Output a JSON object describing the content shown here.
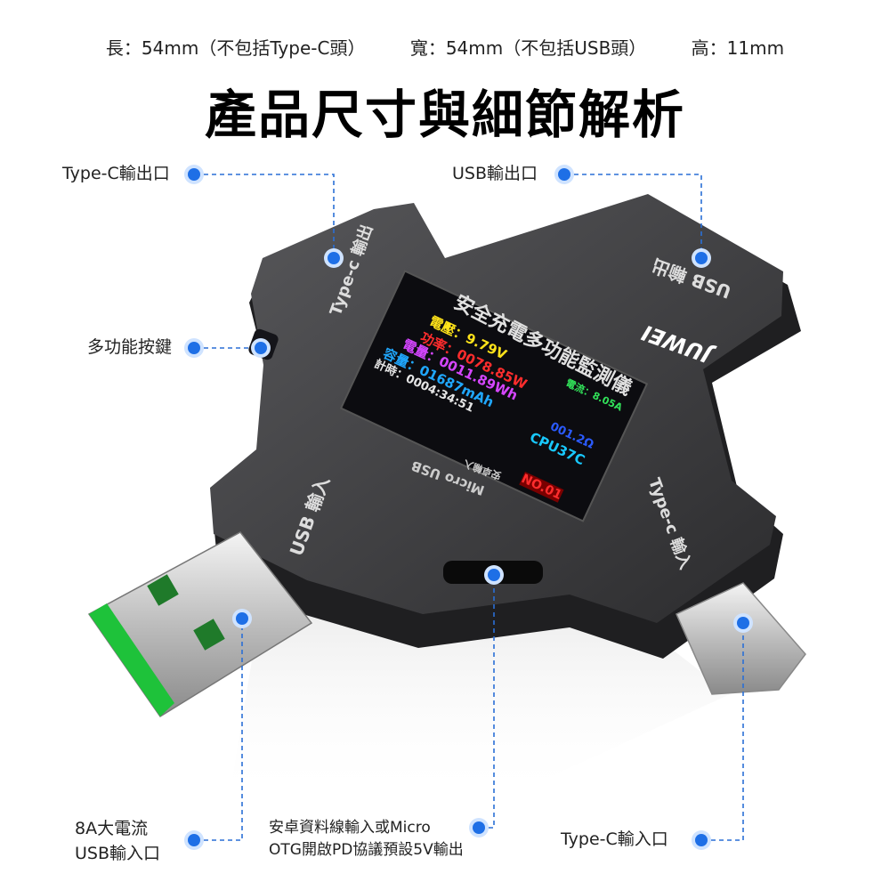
{
  "header": {
    "length": "長：54mm（不包括Type-C頭）",
    "width": "寬：54mm（不包括USB頭）",
    "height": "高：11mm",
    "title": "產品尺寸與細節解析"
  },
  "callouts": {
    "typec_out": "Type-C輸出口",
    "usb_out": "USB輸出口",
    "button": "多功能按鍵",
    "usb_in_line1": "8A大電流",
    "usb_in_line2": "USB輸入口",
    "micro_line1": "安卓資料線輸入或Micro",
    "micro_line2": "OTG開啟PD協議預設5V輸出",
    "typec_in": "Type-C輸入口"
  },
  "device": {
    "brand": "JUWEI",
    "product_name": "安全充電多功能監測儀",
    "typec_out_label": "Type-c 輸出",
    "usb_out_label": "USB 輸出",
    "usb_in_label": "USB 輸入",
    "typec_in_label": "Type-c 輸入",
    "micro_label": "Micro USB",
    "micro_sub": "安卓輸入",
    "screen": {
      "voltage": "電壓：9.79V",
      "current": "電流：8.05A",
      "power": "功率：0078.85W",
      "energy": "電量：0011.89Wh",
      "capacity": "容量：01687mAh",
      "resistance": "001.2Ω",
      "cpu": "CPU37C",
      "time": "計時：0004:34:51",
      "group": "NO.01"
    }
  },
  "colors": {
    "accent": "#1e6fe6",
    "device_body": "#3a3a3c",
    "usb_green": "#1ec23a"
  }
}
